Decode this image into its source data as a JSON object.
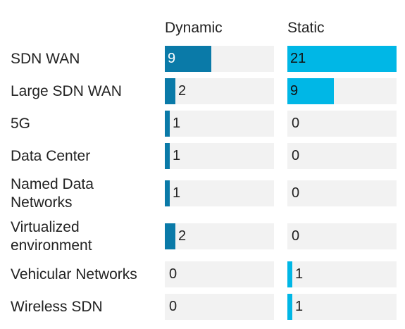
{
  "chart_data": {
    "type": "table",
    "columns": [
      "Dynamic",
      "Static"
    ],
    "categories": [
      "SDN WAN",
      "Large SDN WAN",
      "5G",
      "Data Center",
      "Named Data Networks",
      "Virtualized environment",
      "Vehicular Networks",
      "Wireless SDN"
    ],
    "series": [
      {
        "name": "Dynamic",
        "values": [
          9,
          2,
          1,
          1,
          1,
          2,
          0,
          0
        ]
      },
      {
        "name": "Static",
        "values": [
          21,
          9,
          0,
          0,
          0,
          0,
          1,
          1
        ]
      }
    ],
    "max_value": 21,
    "colors": {
      "Dynamic": "#0a7aa8",
      "Static": "#00b7e6",
      "cell_background": "#f2f2f2"
    }
  }
}
